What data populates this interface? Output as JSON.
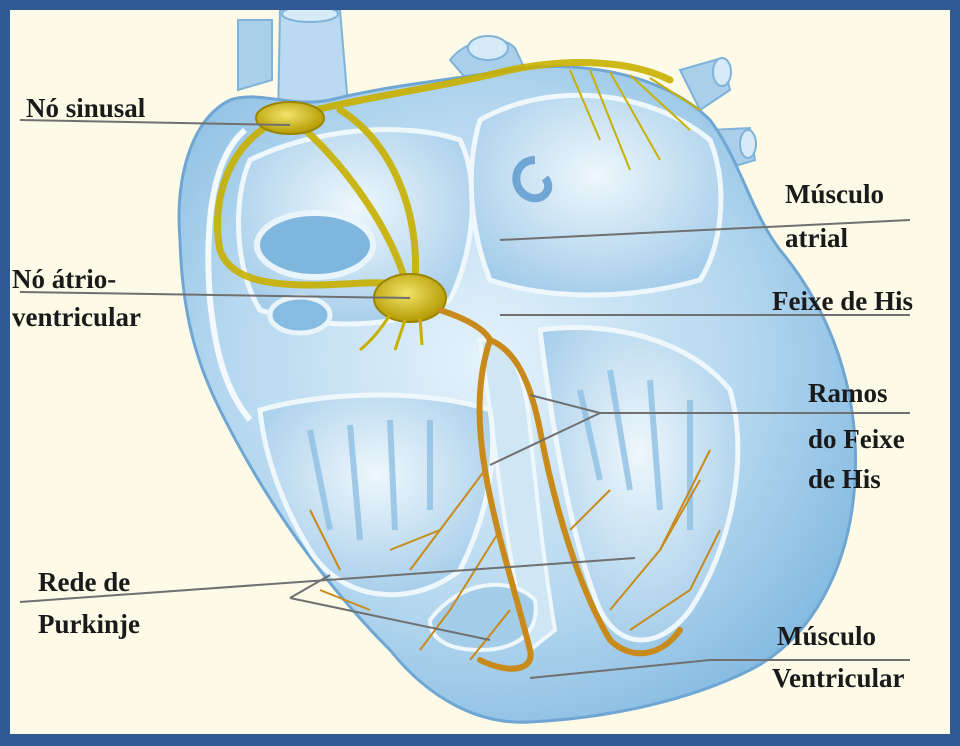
{
  "colors": {
    "frame": "#2f5a93",
    "background": "#fdfbe7",
    "heart_fill": "#b9daf0",
    "conduction_yellow": "#c8b000",
    "purkinje_orange": "#c98a1c",
    "leader_line": "#707070"
  },
  "labels": {
    "sa_node": "Nó sinusal",
    "atrial_muscle_1": "Músculo",
    "atrial_muscle_2": "atrial",
    "av_node_1": "Nó átrio-",
    "av_node_2": "ventricular",
    "his_bundle": "Feixe de His",
    "bundle_branches_1": "Ramos",
    "bundle_branches_2": "do Feixe",
    "bundle_branches_3": "de His",
    "purkinje_1": "Rede de",
    "purkinje_2": "Purkinje",
    "ventricular_muscle_1": "Músculo",
    "ventricular_muscle_2": "Ventricular"
  }
}
